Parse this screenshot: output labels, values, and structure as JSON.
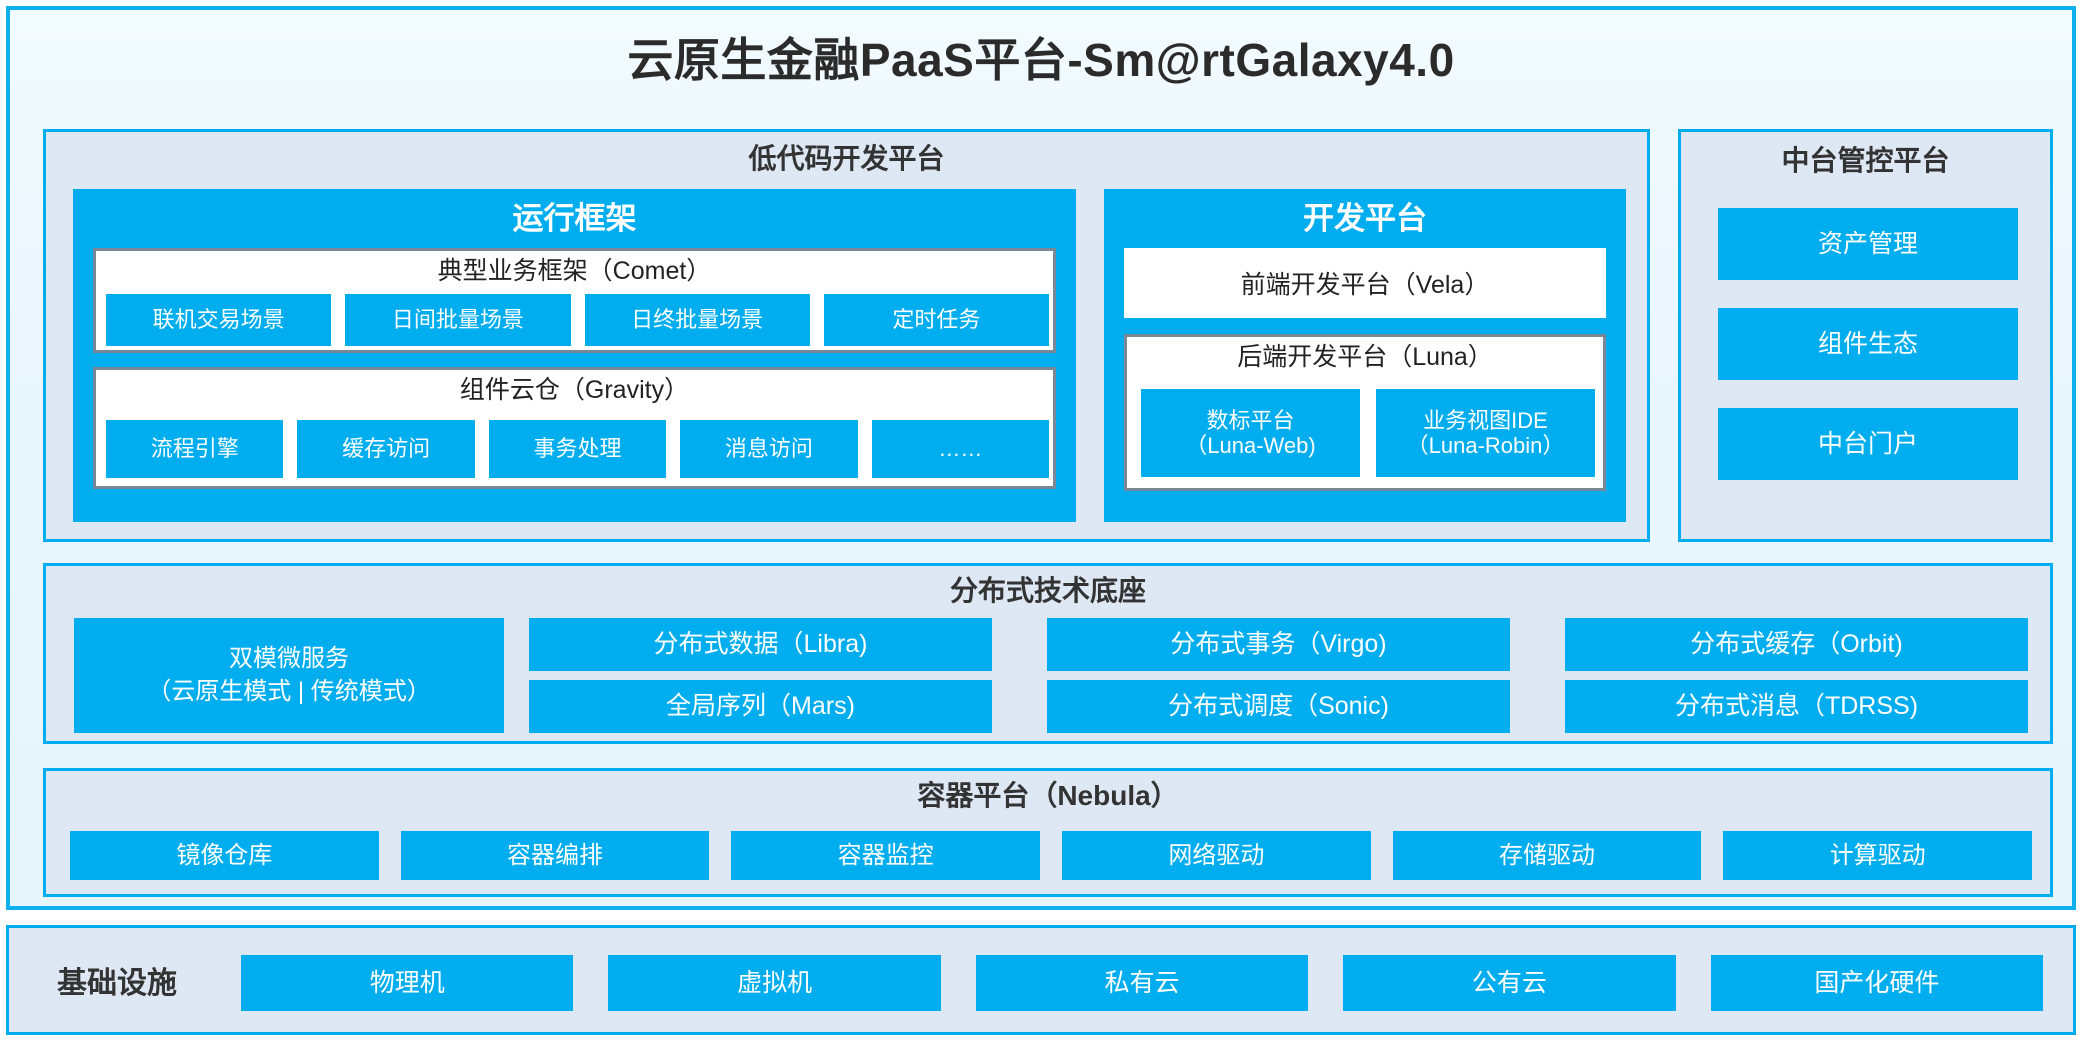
{
  "colors": {
    "accent_blue": "#00ADEF",
    "frame_border": "#0FB0EE",
    "section_bg": "#DEE8F4",
    "inner_border": "#7A8796",
    "title_text": "#2B2B2B"
  },
  "title": "云原生金融PaaS平台-Sm@rtGalaxy4.0",
  "lowcode": {
    "title": "低代码开发平台",
    "runtime": {
      "title": "运行框架",
      "comet": {
        "title": "典型业务框架（Comet）",
        "items": [
          "联机交易场景",
          "日间批量场景",
          "日终批量场景",
          "定时任务"
        ]
      },
      "gravity": {
        "title": "组件云仓（Gravity）",
        "items": [
          "流程引擎",
          "缓存访问",
          "事务处理",
          "消息访问",
          "……"
        ]
      }
    },
    "devplatform": {
      "title": "开发平台",
      "frontend": "前端开发平台（Vela）",
      "backend": {
        "title": "后端开发平台（Luna）",
        "items": [
          {
            "line1": "数标平台",
            "line2": "（Luna-Web)"
          },
          {
            "line1": "业务视图IDE",
            "line2": "（Luna-Robin）"
          }
        ]
      }
    }
  },
  "control": {
    "title": "中台管控平台",
    "items": [
      "资产管理",
      "组件生态",
      "中台门户"
    ]
  },
  "techbase": {
    "title": "分布式技术底座",
    "dualmode": {
      "line1": "双模微服务",
      "line2": "（云原生模式 | 传统模式）"
    },
    "items": [
      "分布式数据（Libra)",
      "分布式事务（Virgo)",
      "分布式缓存（Orbit)",
      "全局序列（Mars)",
      "分布式调度（Sonic)",
      "分布式消息（TDRSS)"
    ]
  },
  "container": {
    "title": "容器平台（Nebula）",
    "items": [
      "镜像仓库",
      "容器编排",
      "容器监控",
      "网络驱动",
      "存储驱动",
      "计算驱动"
    ]
  },
  "infrastructure": {
    "label": "基础设施",
    "items": [
      "物理机",
      "虚拟机",
      "私有云",
      "公有云",
      "国产化硬件"
    ]
  }
}
